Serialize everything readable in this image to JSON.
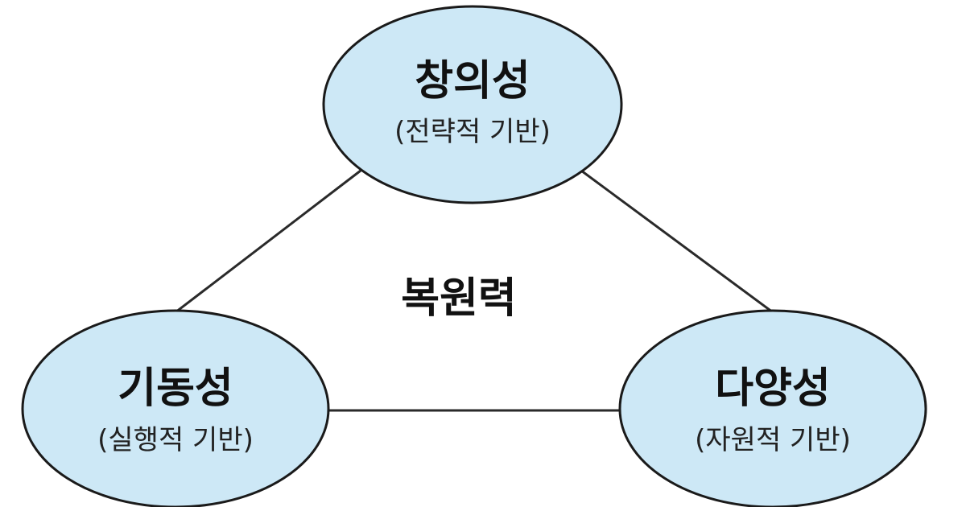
{
  "center": {
    "label": "복원력"
  },
  "nodes": {
    "top": {
      "title": "창의성",
      "subtitle": "(전략적 기반)"
    },
    "left": {
      "title": "기동성",
      "subtitle": "(실행적 기반)"
    },
    "right": {
      "title": "다양성",
      "subtitle": "(자원적 기반)"
    }
  },
  "colors": {
    "node_fill": "#cde8f6",
    "node_stroke": "#1a1a1a",
    "edge": "#2a2a2a"
  }
}
